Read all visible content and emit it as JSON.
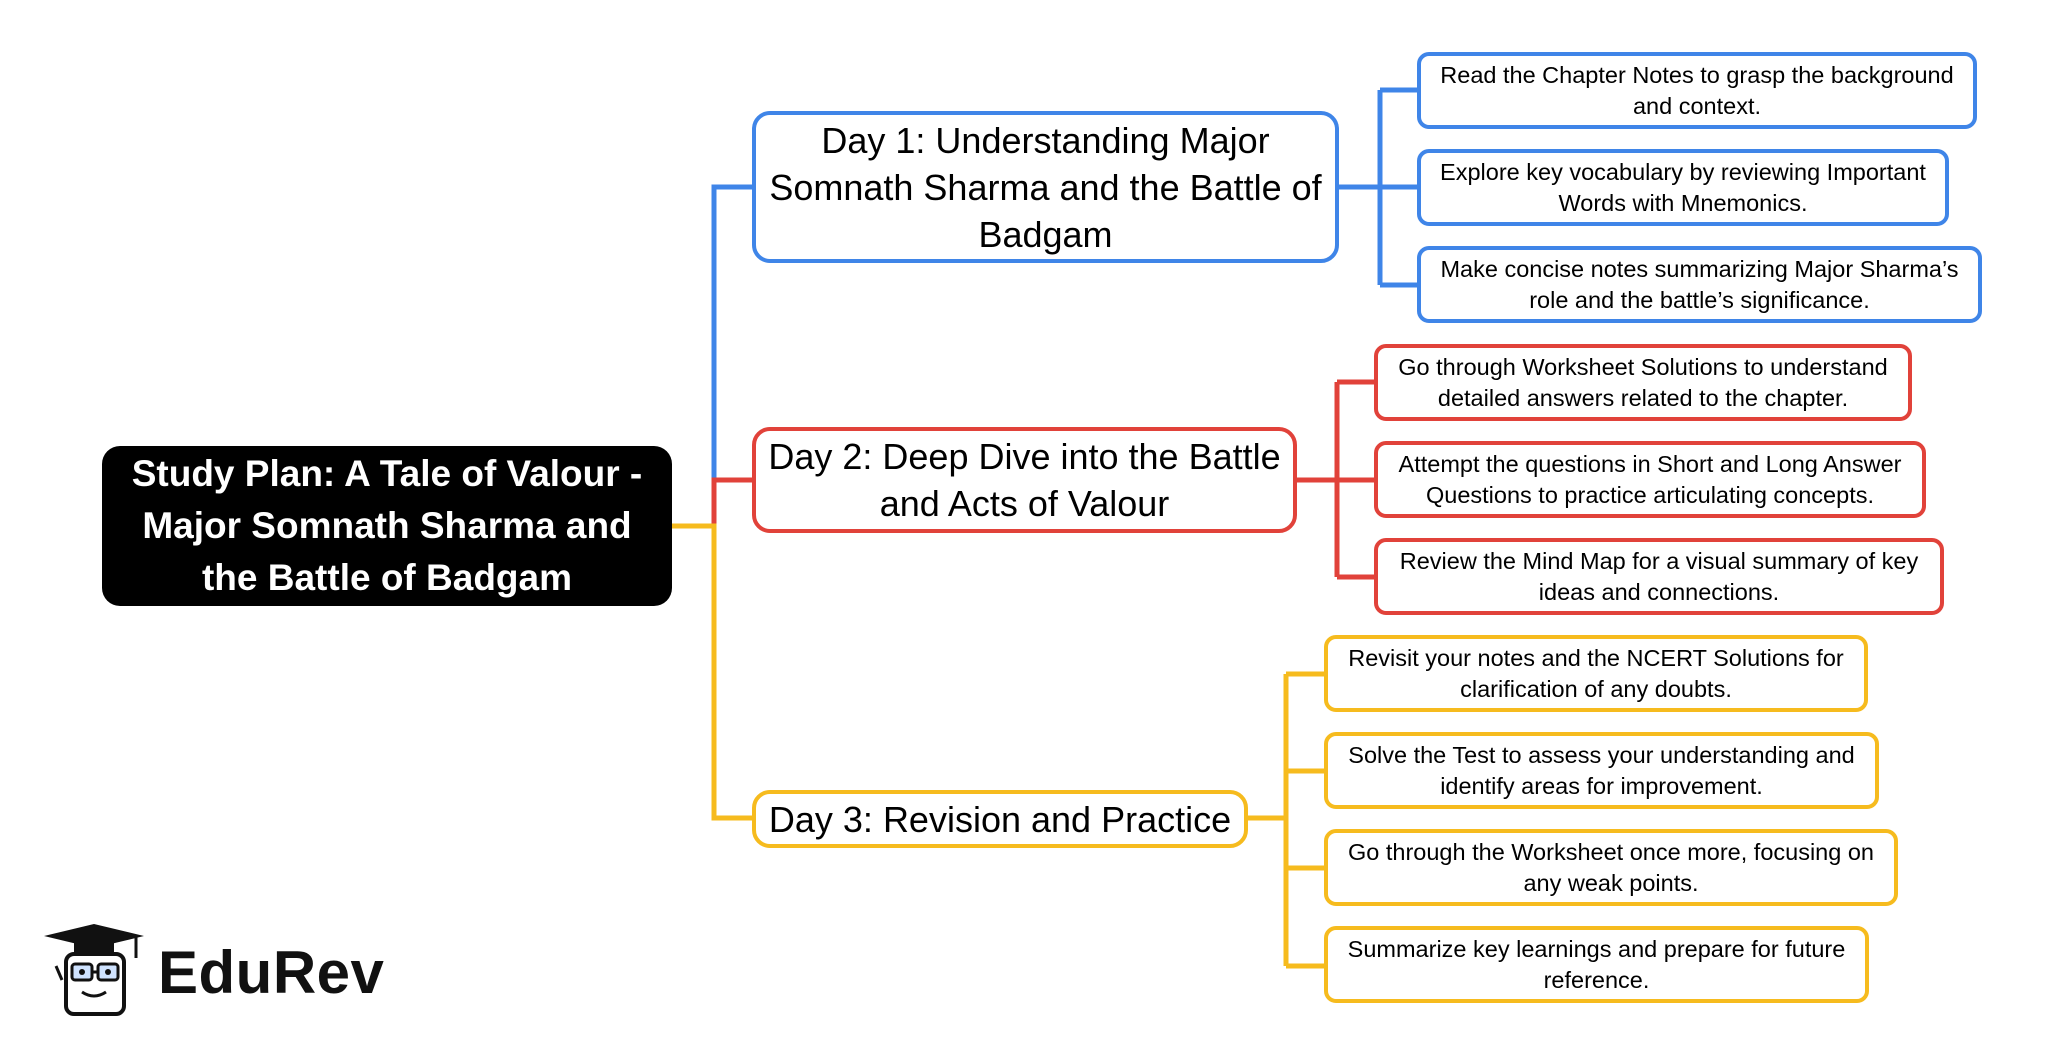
{
  "root": {
    "title": "Study Plan: A Tale of Valour - Major Somnath Sharma and the Battle of Badgam"
  },
  "branches": [
    {
      "title": "Day 1: Understanding Major Somnath Sharma and the Battle of Badgam",
      "color": "#3f85e8",
      "items": [
        "Read the Chapter Notes to grasp the background and context.",
        "Explore key vocabulary by reviewing Important Words with Mnemonics.",
        "Make concise notes summarizing Major Sharma’s role and the battle’s significance."
      ]
    },
    {
      "title": "Day 2: Deep Dive into the Battle and Acts of Valour",
      "color": "#e1423a",
      "items": [
        "Go through Worksheet Solutions to understand detailed answers related to the chapter.",
        "Attempt the questions in Short and Long Answer Questions to practice articulating concepts.",
        "Review the Mind Map for a visual summary of key ideas and connections."
      ]
    },
    {
      "title": "Day 3: Revision and Practice",
      "color": "#f6bb1e",
      "items": [
        "Revisit your notes and the NCERT Solutions for clarification of any doubts.",
        "Solve the Test to assess your understanding and identify areas for improvement.",
        "Go through the Worksheet once more, focusing on any weak points.",
        "Summarize key learnings and prepare for future reference."
      ]
    }
  ],
  "logo": {
    "name": "EduRev",
    "icon": "graduation-cap-mascot-icon"
  }
}
